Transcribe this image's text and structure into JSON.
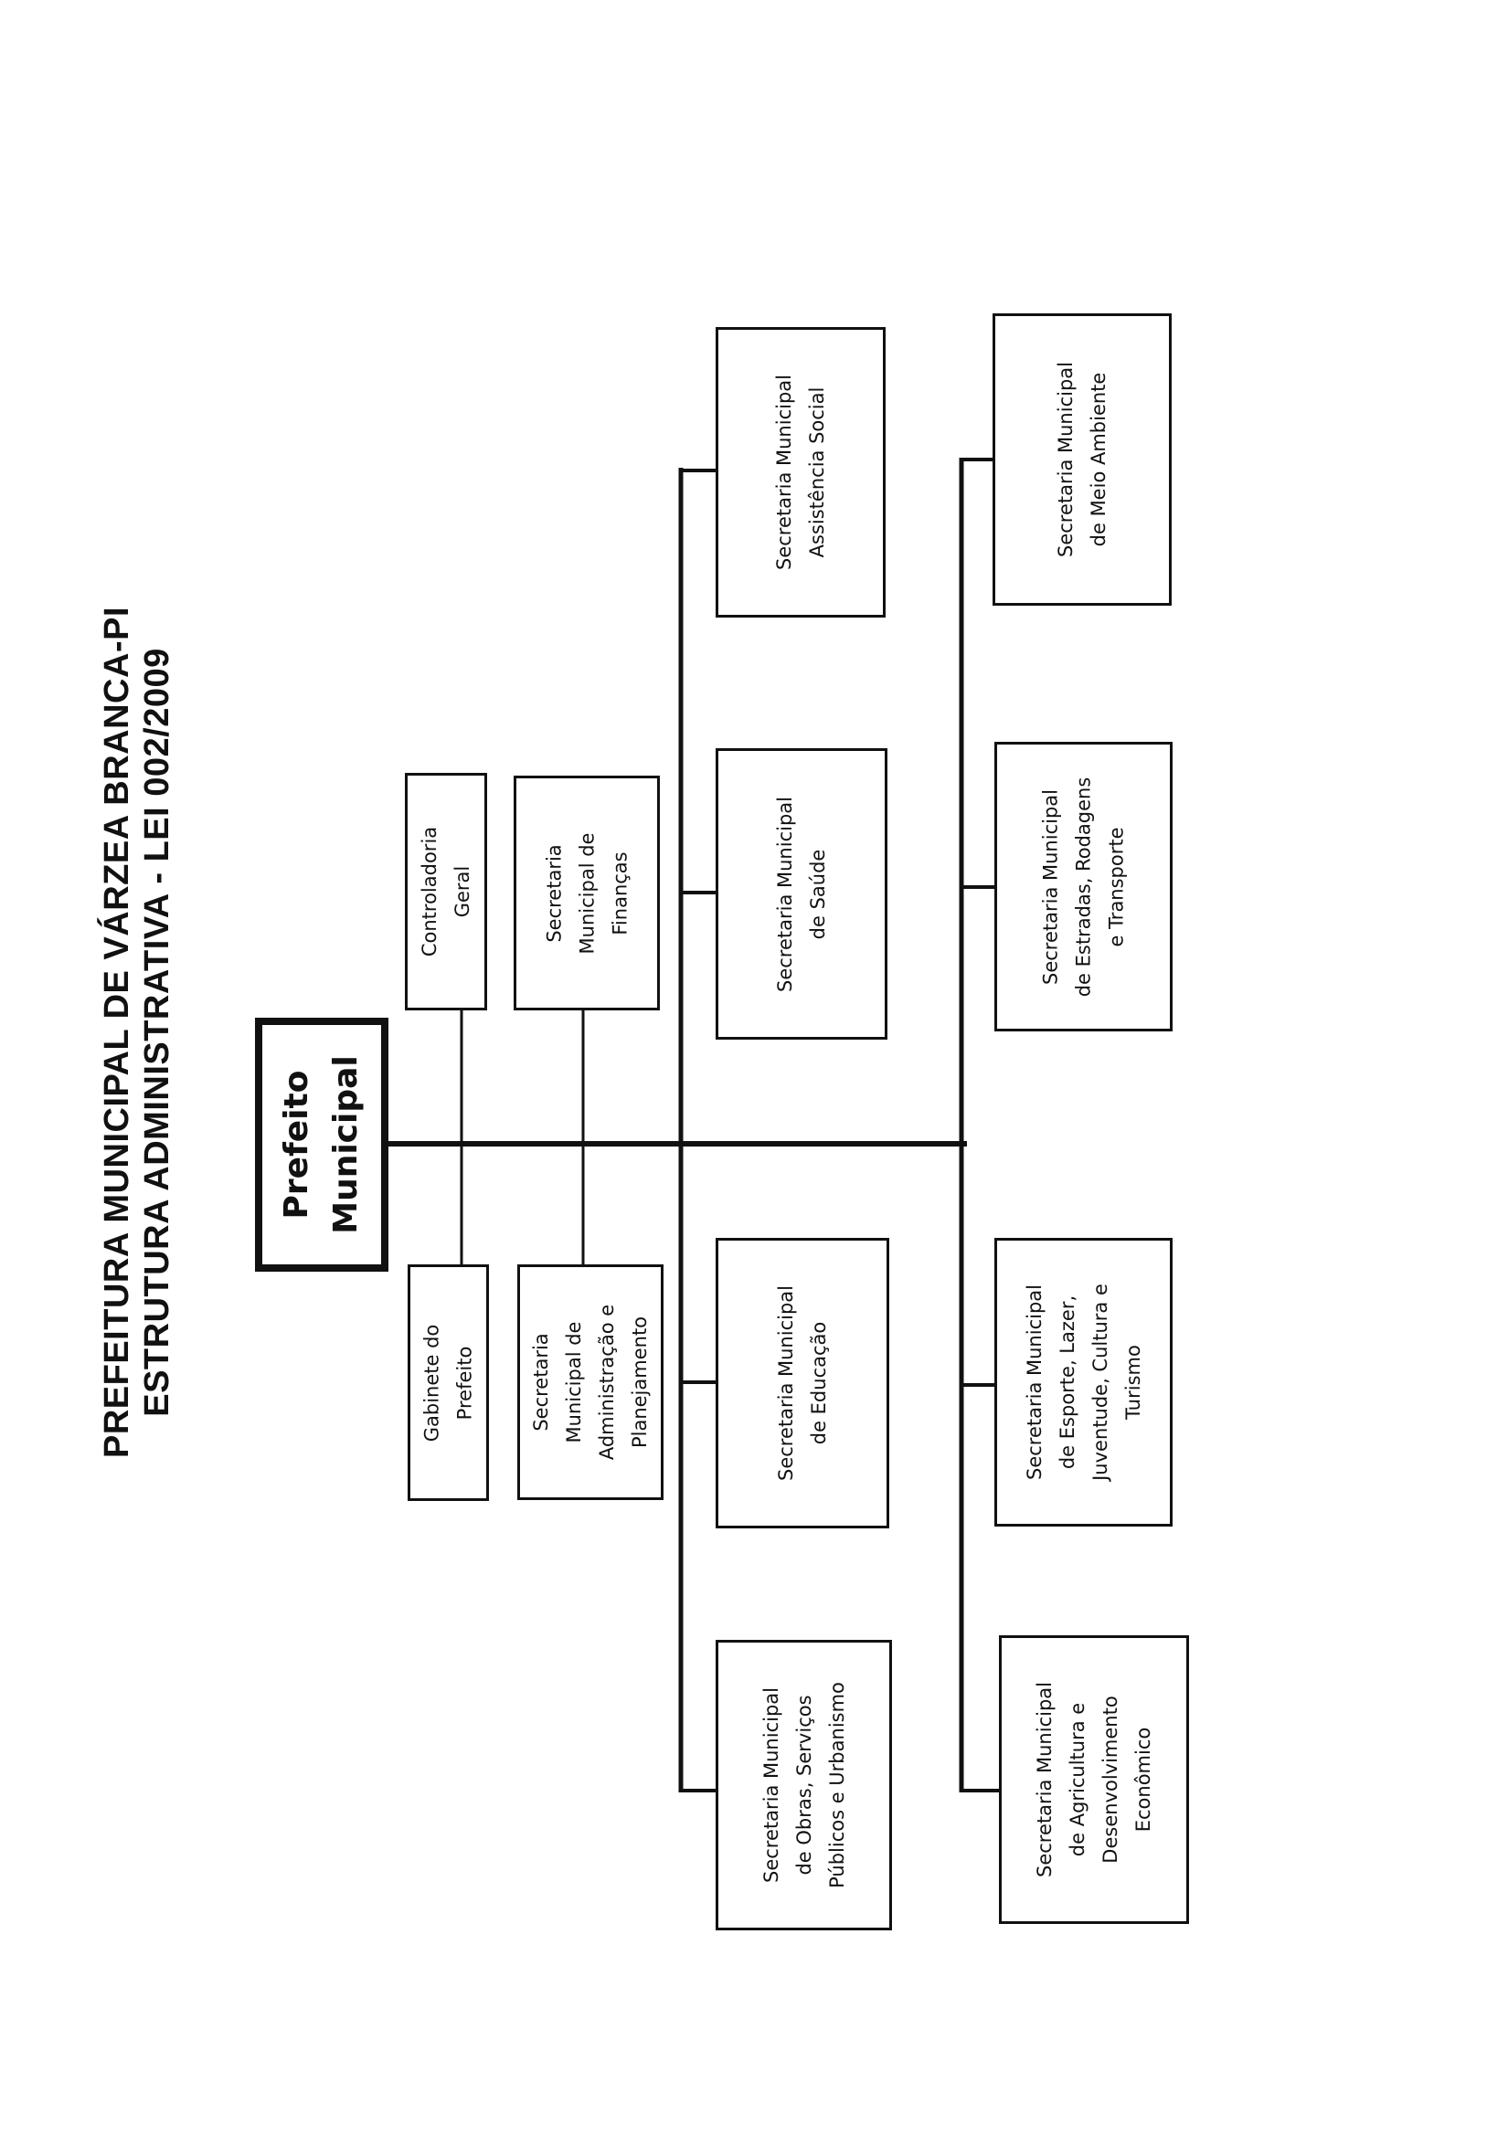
{
  "header": {
    "title_line1": "PREFEITURA MUNICIPAL DE VÁRZEA BRANCA-PI",
    "title_line2": "ESTRUTURA ADMINISTRATIVA - LEI 002/2009"
  },
  "org": {
    "mayor": "Prefeito\nMunicipal",
    "gabinete": "Gabinete do\nPrefeito",
    "controladoria": "Controladoria\nGeral",
    "administracao": "Secretaria\nMunicipal de\nAdministração e\nPlanejamento",
    "financas": "Secretaria\nMunicipal de\nFinanças",
    "obras": "Secretaria Municipal\nde Obras, Serviços\nPúblicos e Urbanismo",
    "educacao": "Secretaria Municipal\nde Educação",
    "saude": "Secretaria Municipal\nde Saúde",
    "assistencia": "Secretaria Municipal\nAssistência Social",
    "agricultura": "Secretaria Municipal\nde Agricultura e\nDesenvolvimento\nEconômico",
    "esporte": "Secretaria Municipal\nde Esporte, Lazer,\nJuventude, Cultura e\nTurismo",
    "estradas": "Secretaria Municipal\nde Estradas, Rodagens\ne Transporte",
    "meio_ambiente": "Secretaria Municipal\nde Meio Ambiente"
  }
}
